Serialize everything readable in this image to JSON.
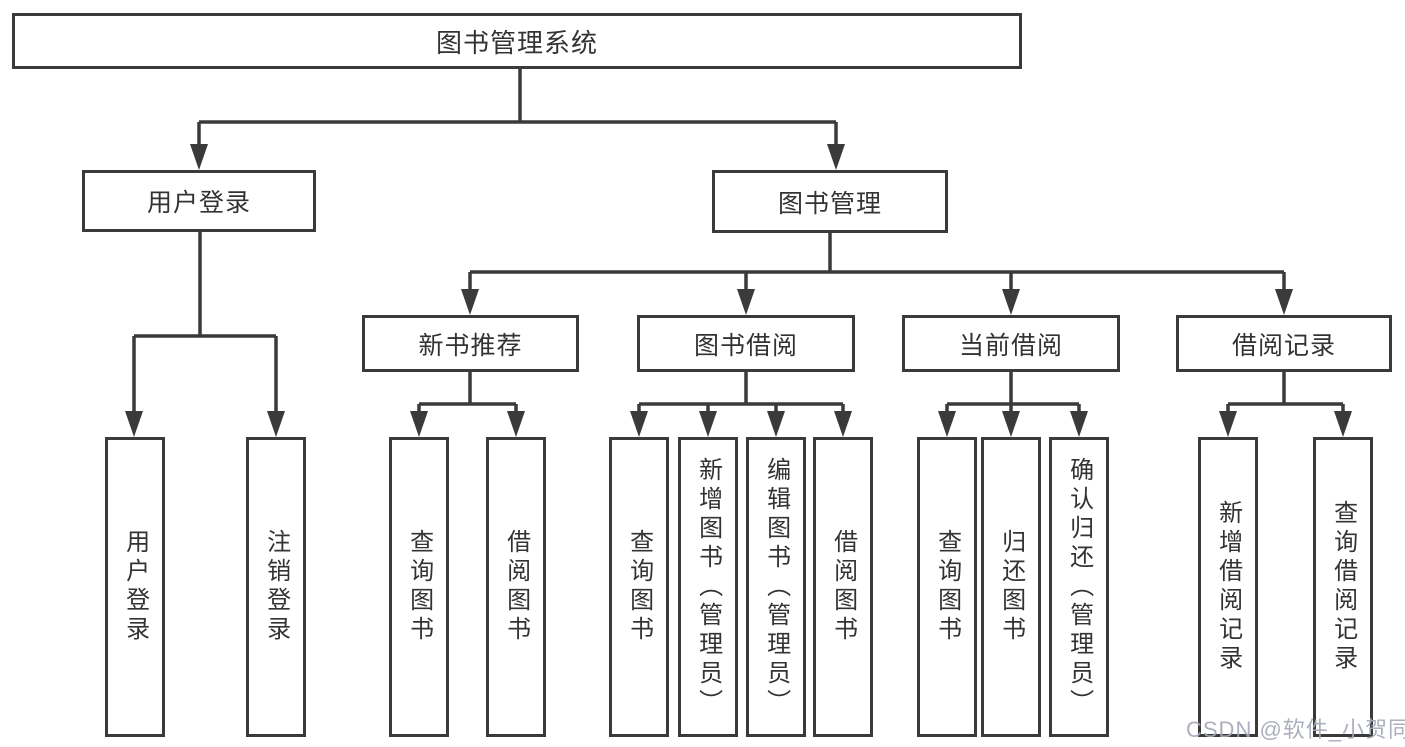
{
  "nodes": {
    "root": "图书管理系统",
    "user_login": "用户登录",
    "book_mgmt": "图书管理",
    "new_book": "新书推荐",
    "book_borrow": "图书借阅",
    "current_borrow": "当前借阅",
    "borrow_records": "借阅记录",
    "leaf_user_login": "用户登录",
    "leaf_logout": "注销登录",
    "leaf_nb_query": "查询图书",
    "leaf_nb_borrow": "借阅图书",
    "leaf_bb_query": "查询图书",
    "leaf_bb_add": "新增图书（管理员）",
    "leaf_bb_edit": "编辑图书（管理员）",
    "leaf_bb_borrow": "借阅图书",
    "leaf_cb_query": "查询图书",
    "leaf_cb_return": "归还图书",
    "leaf_cb_confirm": "确认归还（管理员）",
    "leaf_br_add": "新增借阅记录",
    "leaf_br_query": "查询借阅记录"
  },
  "watermark": "CSDN @软件_小贺同学",
  "colors": {
    "line": "#3a3a3a",
    "text": "#333333",
    "watermark": "#a5a8b8",
    "background": "#ffffff"
  }
}
